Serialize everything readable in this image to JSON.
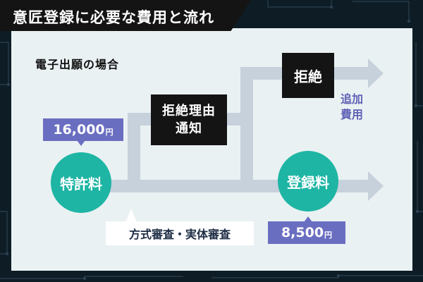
{
  "title": "意匠登録に必要な費用と流れ",
  "subtitle": "電子出願の場合",
  "nodes": {
    "patent_fee": "特許料",
    "notice_of_rejection": "拒絶理由\n通知",
    "rejection": "拒絶",
    "registration_fee": "登録料"
  },
  "fees": {
    "patent_fee_amount": "16,000",
    "registration_fee_amount": "8,500",
    "unit": "円"
  },
  "labels": {
    "examination": "方式審査・実体審査",
    "additional_cost": "追加\n費用"
  },
  "colors": {
    "background": "#0e1c25",
    "panel": "#eaf1f3",
    "arrow": "#c6d1dc",
    "teal": "#1eb5a4",
    "purple": "#6a6ec0",
    "black": "#141414"
  }
}
